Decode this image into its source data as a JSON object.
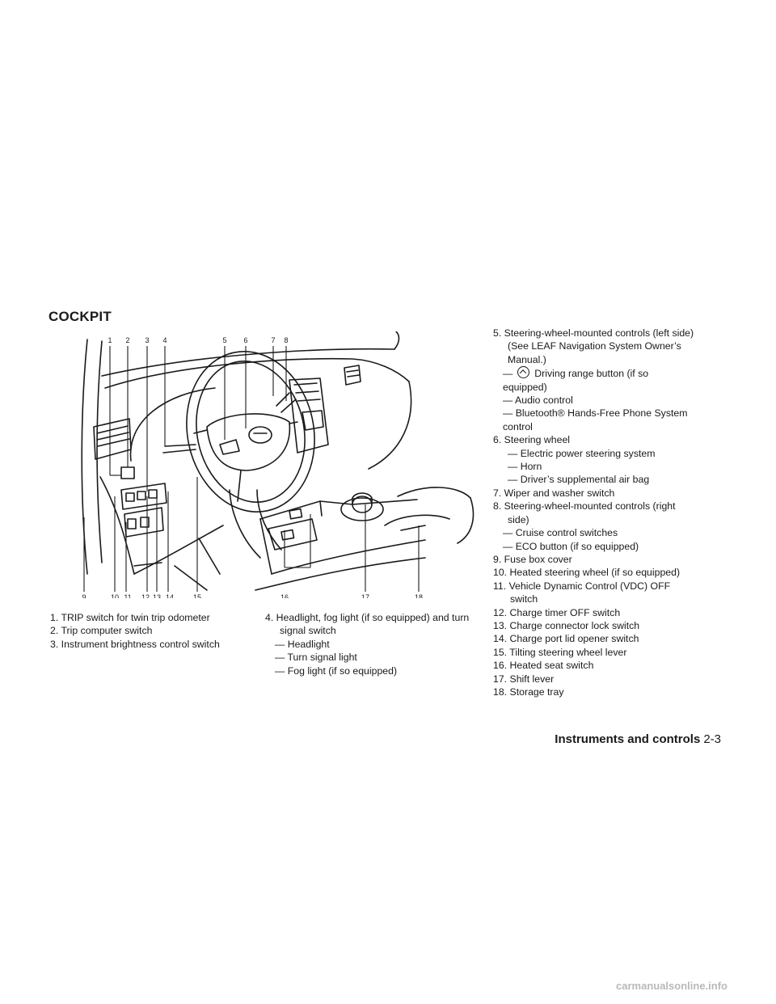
{
  "section_title": "COCKPIT",
  "callouts_top": [
    "1",
    "2",
    "3",
    "4",
    "5",
    "6",
    "7",
    "8"
  ],
  "callouts_bottom": [
    "9",
    "10",
    "11",
    "12",
    "13",
    "14",
    "15",
    "16",
    "17",
    "18"
  ],
  "column1": [
    "1. TRIP switch for twin trip odometer",
    "2. Trip computer switch",
    "3. Instrument brightness control switch"
  ],
  "column2": {
    "item4_line1": "4. Headlight, fog light (if so equipped) and turn",
    "item4_line2": "signal switch",
    "subs": [
      "— Headlight",
      "— Turn signal light",
      "— Fog light (if so equipped)"
    ]
  },
  "column3": {
    "item5_line1": "5. Steering-wheel-mounted controls (left side)",
    "item5_line2": "(See LEAF Navigation System Owner’s",
    "item5_line3": "Manual.)",
    "item5_sub1_prefix": "—",
    "item5_sub1_text": "Driving range button (if so",
    "item5_sub1_cont": "equipped)",
    "item5_sub2": "— Audio control",
    "item5_sub3": "— Bluetooth® Hands-Free Phone System",
    "item5_sub3_cont": "control",
    "item6": "6. Steering wheel",
    "item6_subs": [
      "— Electric power steering system",
      "— Horn",
      "— Driver’s supplemental air bag"
    ],
    "item7": "7. Wiper and washer switch",
    "item8_line1": "8. Steering-wheel-mounted controls (right",
    "item8_line2": "side)",
    "item8_subs": [
      "— Cruise control switches",
      "— ECO button (if so equipped)"
    ],
    "items_rest": [
      "9. Fuse box cover",
      "10. Heated steering wheel (if so equipped)",
      "11. Vehicle Dynamic Control (VDC) OFF",
      "switch",
      "12. Charge timer OFF switch",
      "13. Charge connector lock switch",
      "14. Charge port lid opener switch",
      "15. Tilting steering wheel lever",
      "16. Heated seat switch",
      "17. Shift lever",
      "18. Storage tray"
    ]
  },
  "footer": {
    "section": "Instruments and controls",
    "page": "2-3"
  },
  "watermark": "carmanualsonline.info"
}
